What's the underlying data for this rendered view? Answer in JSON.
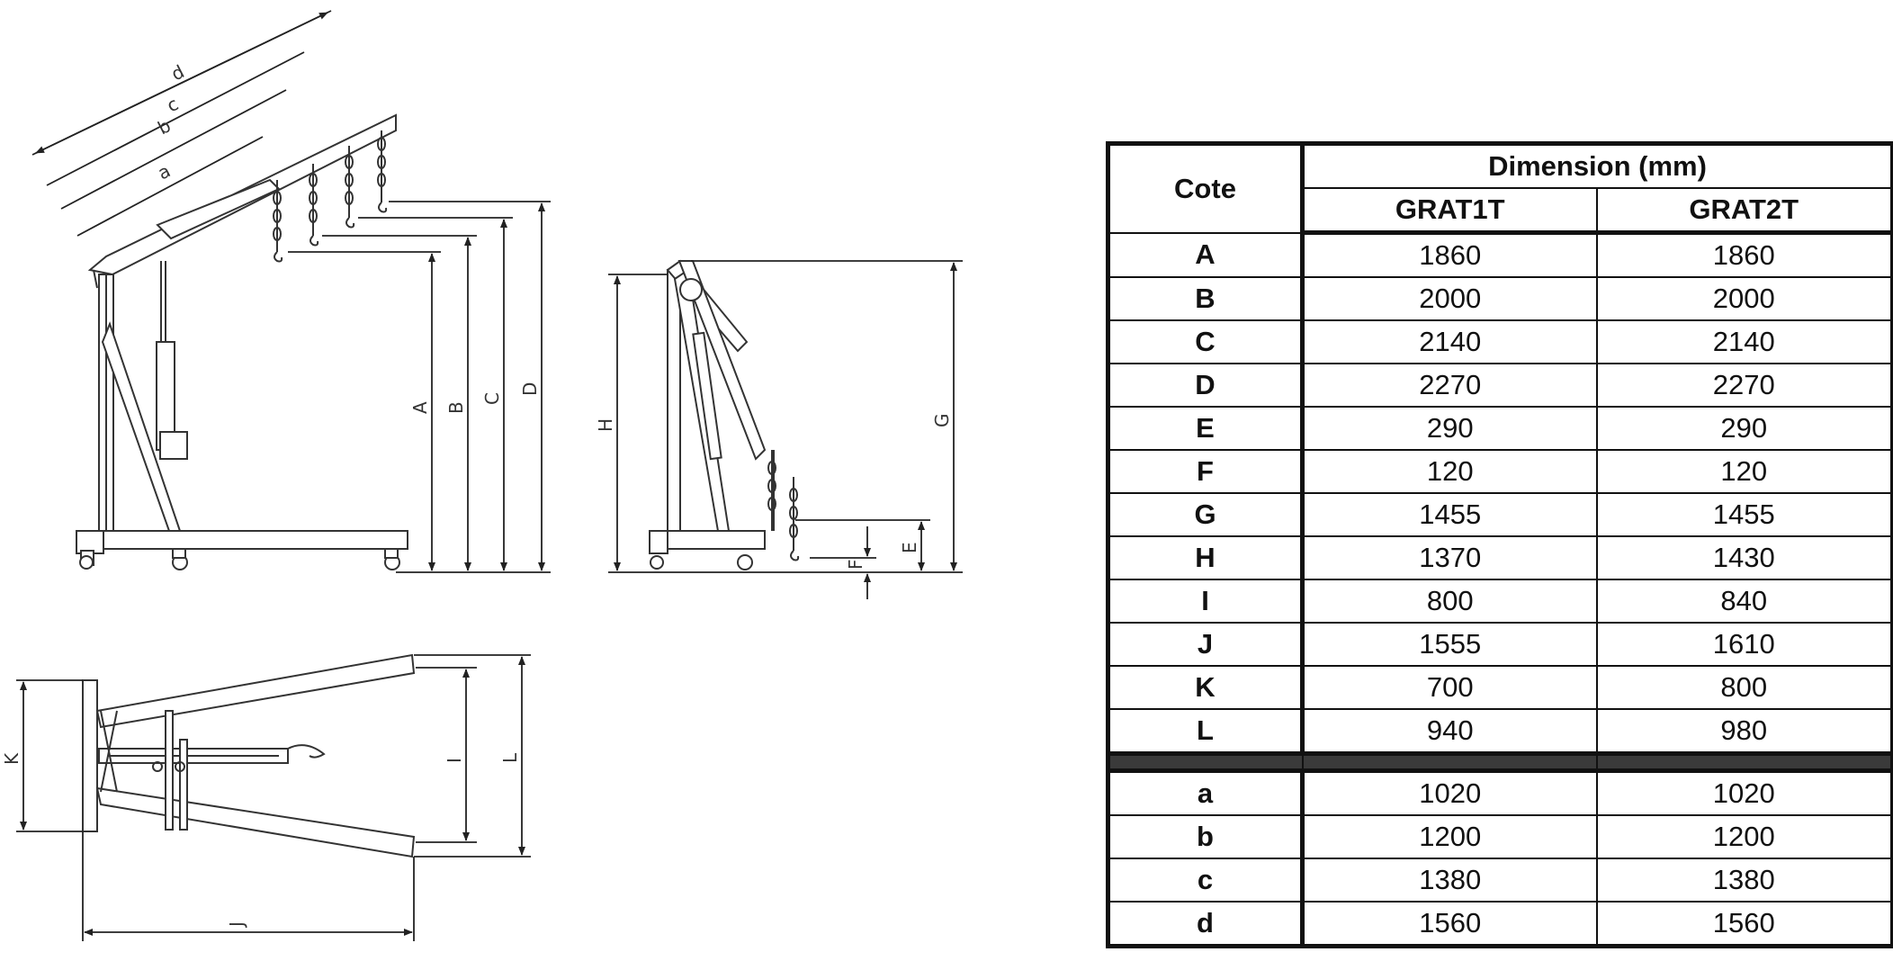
{
  "diagram": {
    "side_view_labels": [
      "a",
      "b",
      "c",
      "d",
      "A",
      "B",
      "C",
      "D"
    ],
    "folded_view_labels": [
      "H",
      "G",
      "E",
      "F"
    ],
    "top_view_labels": [
      "K",
      "I",
      "L",
      "J"
    ]
  },
  "table": {
    "cote_header": "Cote",
    "dimension_header": "Dimension (mm)",
    "models": [
      "GRAT1T",
      "GRAT2T"
    ],
    "rows": [
      {
        "cote": "A",
        "grat1t": "1860",
        "grat2t": "1860"
      },
      {
        "cote": "B",
        "grat1t": "2000",
        "grat2t": "2000"
      },
      {
        "cote": "C",
        "grat1t": "2140",
        "grat2t": "2140"
      },
      {
        "cote": "D",
        "grat1t": "2270",
        "grat2t": "2270"
      },
      {
        "cote": "E",
        "grat1t": "290",
        "grat2t": "290"
      },
      {
        "cote": "F",
        "grat1t": "120",
        "grat2t": "120"
      },
      {
        "cote": "G",
        "grat1t": "1455",
        "grat2t": "1455"
      },
      {
        "cote": "H",
        "grat1t": "1370",
        "grat2t": "1430"
      },
      {
        "cote": "I",
        "grat1t": "800",
        "grat2t": "840"
      },
      {
        "cote": "J",
        "grat1t": "1555",
        "grat2t": "1610"
      },
      {
        "cote": "K",
        "grat1t": "700",
        "grat2t": "800"
      },
      {
        "cote": "L",
        "grat1t": "940",
        "grat2t": "980"
      }
    ],
    "rows_lower": [
      {
        "cote": "a",
        "grat1t": "1020",
        "grat2t": "1020"
      },
      {
        "cote": "b",
        "grat1t": "1200",
        "grat2t": "1200"
      },
      {
        "cote": "c",
        "grat1t": "1380",
        "grat2t": "1380"
      },
      {
        "cote": "d",
        "grat1t": "1560",
        "grat2t": "1560"
      }
    ]
  }
}
